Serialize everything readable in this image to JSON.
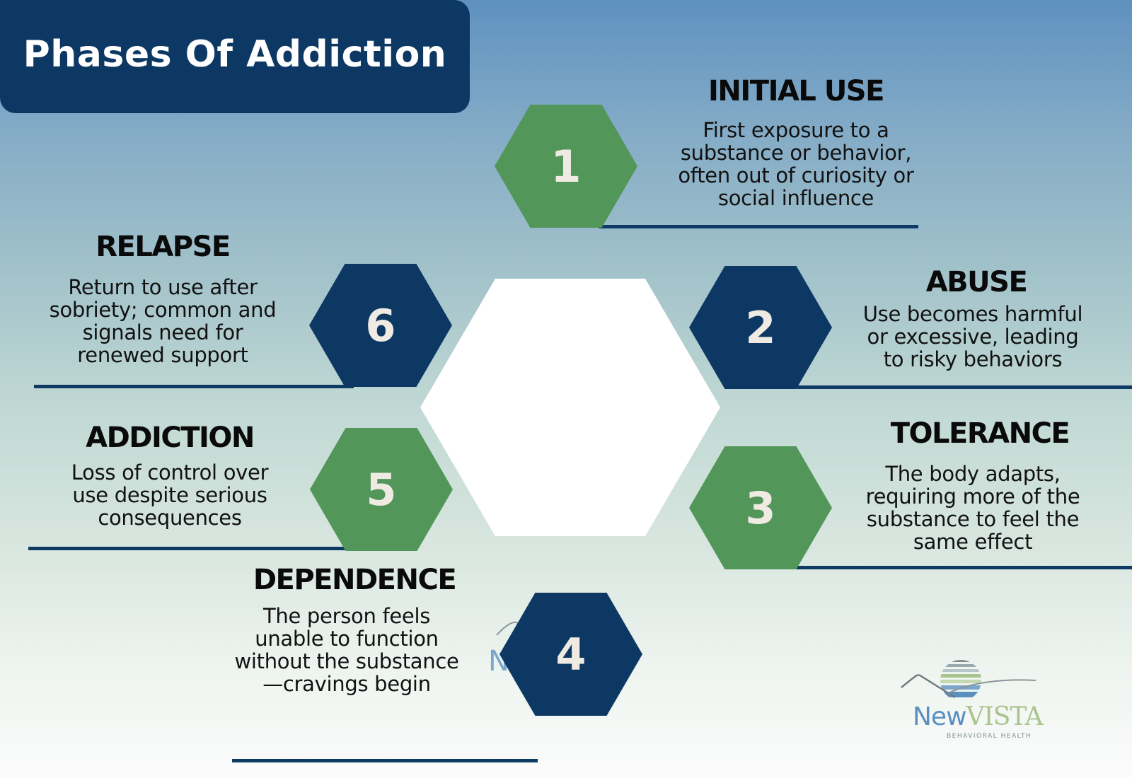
{
  "title": "Phases Of Addiction",
  "colors": {
    "navy": "#0d3864",
    "green": "#52965a",
    "number_text": "#efebe2",
    "center_hex": "#ffffff",
    "rule": "#0e3a64"
  },
  "phases": [
    {
      "number": "1",
      "title": "INITIAL USE",
      "color": "green",
      "description_lines": [
        "First exposure to a",
        "substance or behavior,",
        "often out of curiosity or",
        "social influence"
      ]
    },
    {
      "number": "2",
      "title": "ABUSE",
      "color": "navy",
      "description_lines": [
        "Use becomes harmful",
        "or excessive, leading",
        "to risky behaviors"
      ]
    },
    {
      "number": "3",
      "title": "TOLERANCE",
      "color": "green",
      "description_lines": [
        "The body adapts,",
        "requiring more of the",
        "substance to feel the",
        "same effect"
      ]
    },
    {
      "number": "4",
      "title": "DEPENDENCE",
      "color": "navy",
      "description_lines": [
        "The person feels",
        "unable to function",
        "without the substance",
        "—cravings begin"
      ]
    },
    {
      "number": "5",
      "title": "ADDICTION",
      "color": "green",
      "description_lines": [
        "Loss of control over",
        "use despite serious",
        "consequences"
      ]
    },
    {
      "number": "6",
      "title": "RELAPSE",
      "color": "navy",
      "description_lines": [
        "Return to use after",
        "sobriety; common and",
        "signals need for",
        "renewed support"
      ]
    }
  ],
  "logo": {
    "name_part1": "New",
    "name_part2": "VISTA",
    "tagline": "BEHAVIORAL HEALTH"
  }
}
